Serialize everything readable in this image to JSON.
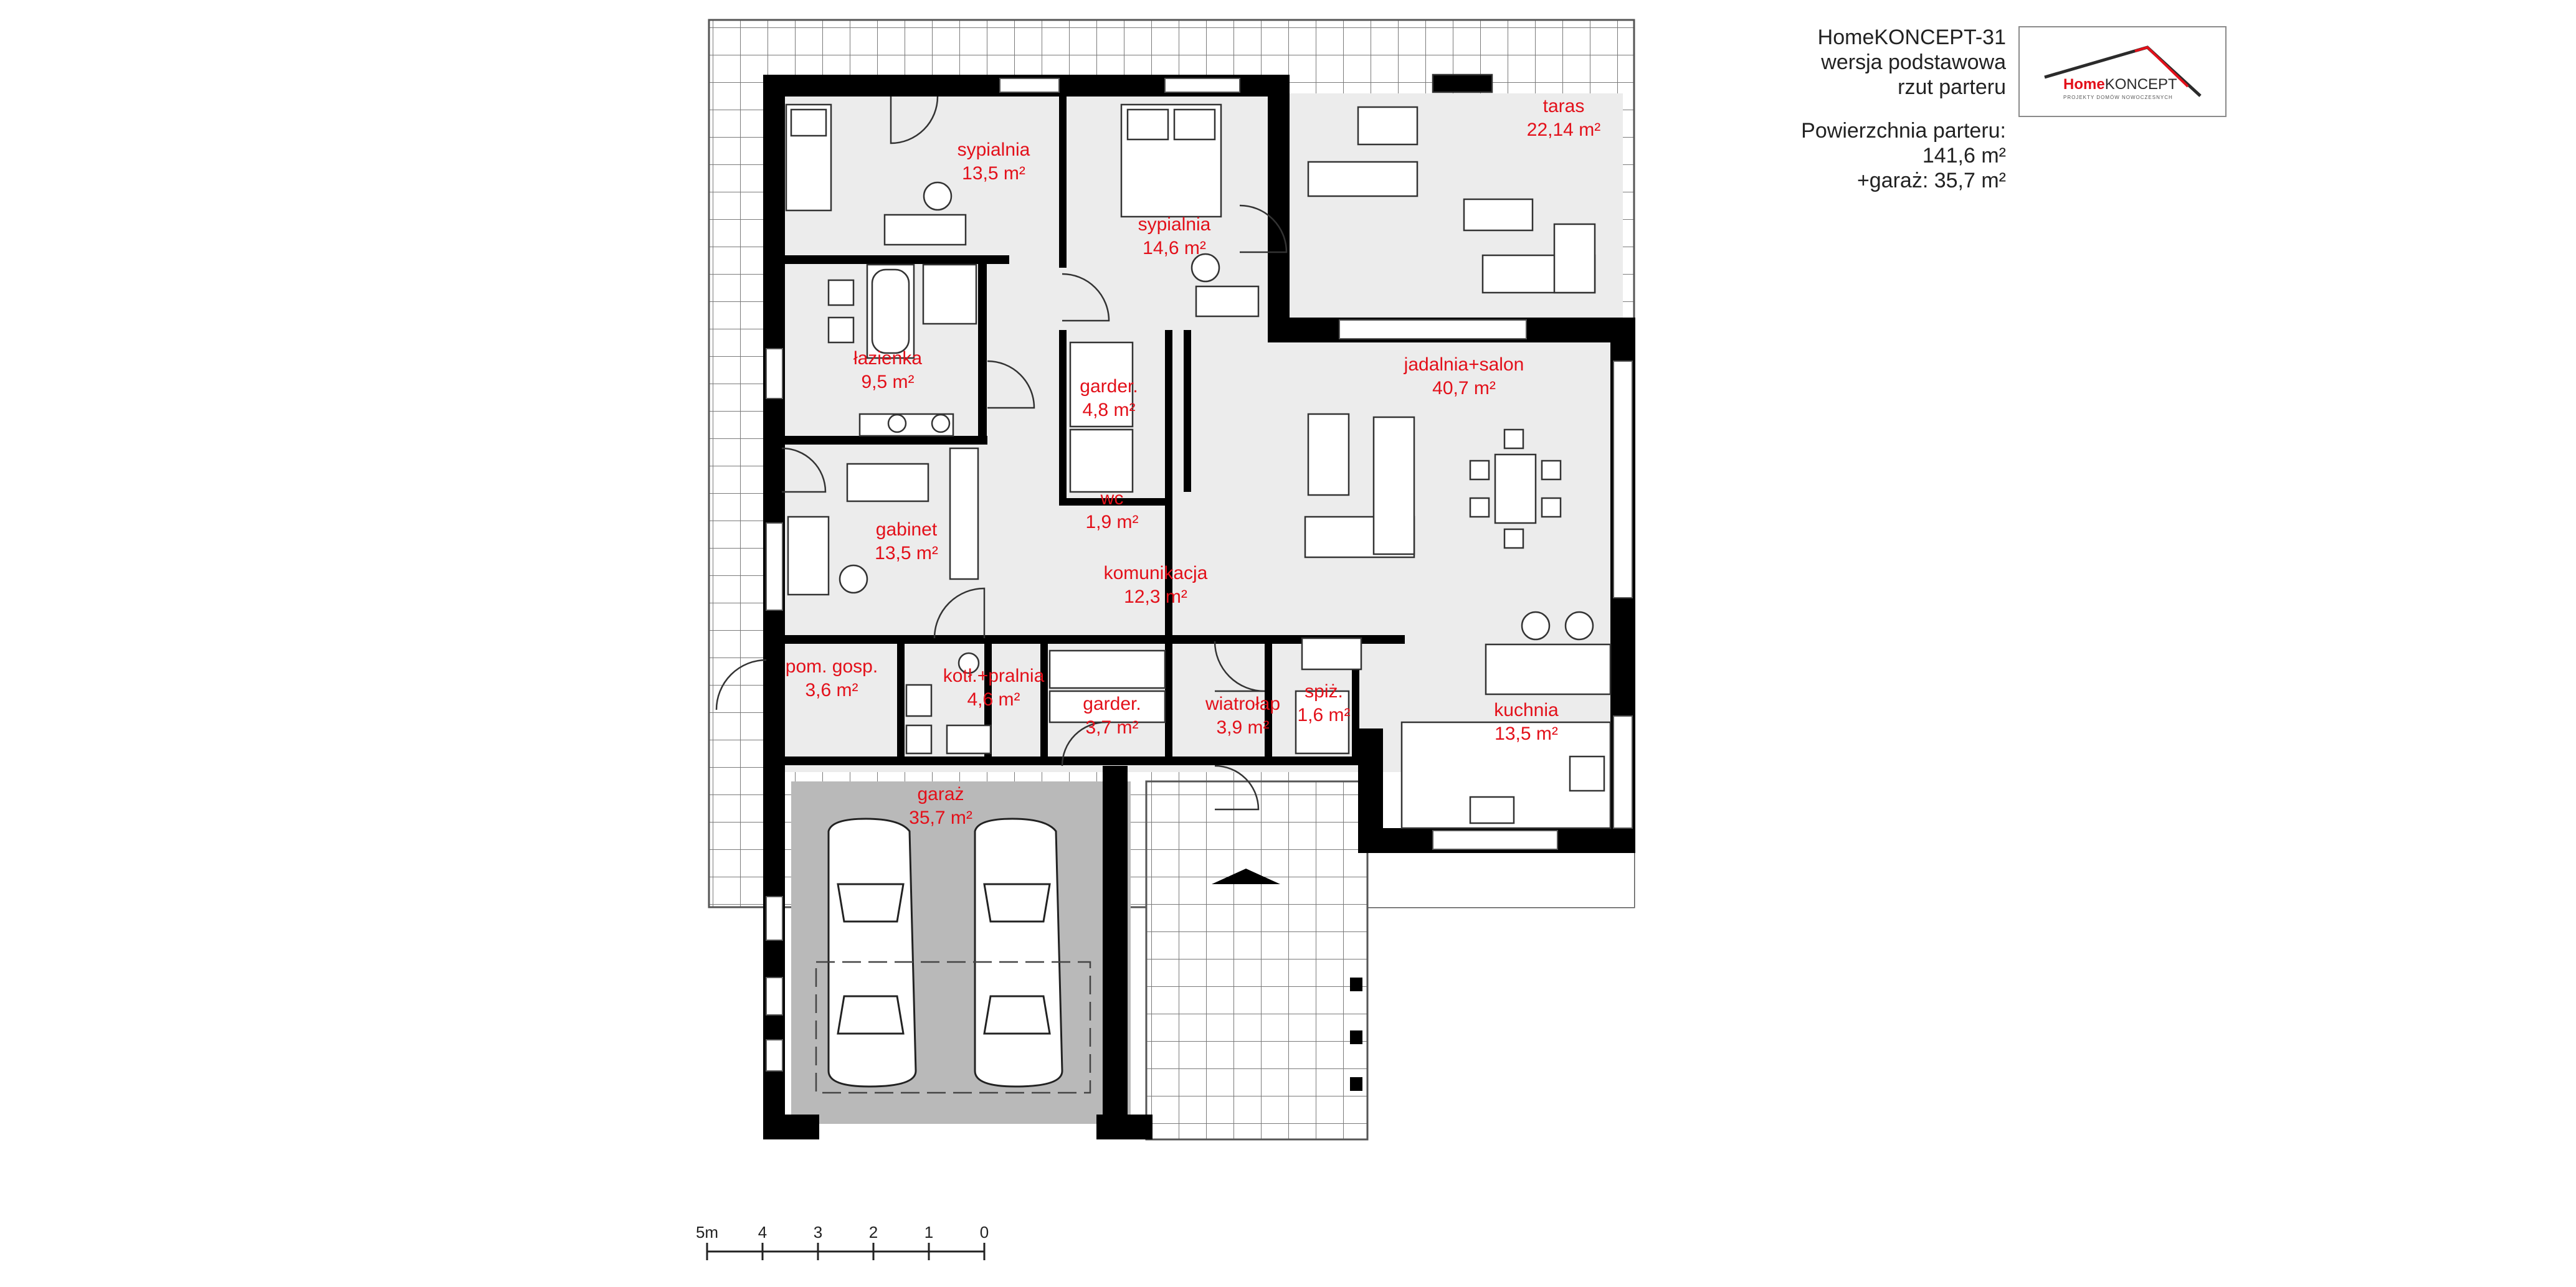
{
  "title": {
    "name": "HomeKONCEPT-31",
    "variant": "wersja podstawowa",
    "view": "rzut parteru"
  },
  "area": {
    "heading": "Powierzchnia parteru:",
    "ground": "141,6 m²",
    "garage": "+garaż: 35,7 m²"
  },
  "logo": {
    "text_home": "Home",
    "text_koncept": "KONCEPT",
    "tagline": "PROJEKTY DOMÓW NOWOCZESNYCH",
    "accent_color": "#e3101a",
    "dark_color": "#2b2b2b"
  },
  "rooms": [
    {
      "id": "sypialnia-1",
      "name": "sypialnia",
      "area": "13,5 m²"
    },
    {
      "id": "sypialnia-2",
      "name": "sypialnia",
      "area": "14,6 m²"
    },
    {
      "id": "taras",
      "name": "taras",
      "area": "22,14 m²"
    },
    {
      "id": "lazienka",
      "name": "łazienka",
      "area": "9,5 m²"
    },
    {
      "id": "garder-1",
      "name": "garder.",
      "area": "4,8 m²"
    },
    {
      "id": "jadalnia-salon",
      "name": "jadalnia+salon",
      "area": "40,7 m²"
    },
    {
      "id": "wc",
      "name": "wc",
      "area": "1,9 m²"
    },
    {
      "id": "gabinet",
      "name": "gabinet",
      "area": "13,5 m²"
    },
    {
      "id": "komunikacja",
      "name": "komunikacja",
      "area": "12,3 m²"
    },
    {
      "id": "pom-gosp",
      "name": "pom. gosp.",
      "area": "3,6 m²"
    },
    {
      "id": "kotl-pralnia",
      "name": "kotł.+pralnia",
      "area": "4,6 m²"
    },
    {
      "id": "garder-2",
      "name": "garder.",
      "area": "3,7 m²"
    },
    {
      "id": "wiatrolap",
      "name": "wiatrołap",
      "area": "3,9 m²"
    },
    {
      "id": "spiz",
      "name": "spiż.",
      "area": "1,6 m²"
    },
    {
      "id": "kuchnia",
      "name": "kuchnia",
      "area": "13,5 m²"
    },
    {
      "id": "garaz",
      "name": "garaż",
      "area": "35,7 m²"
    }
  ],
  "scale": {
    "ticks": [
      "0",
      "1",
      "2",
      "3",
      "4",
      "5m"
    ]
  },
  "colors": {
    "wall": "#000000",
    "floor": "#ececec",
    "garage": "#b9b9b9",
    "label": "#e3101a",
    "tile_line": "#7a7a7a"
  }
}
